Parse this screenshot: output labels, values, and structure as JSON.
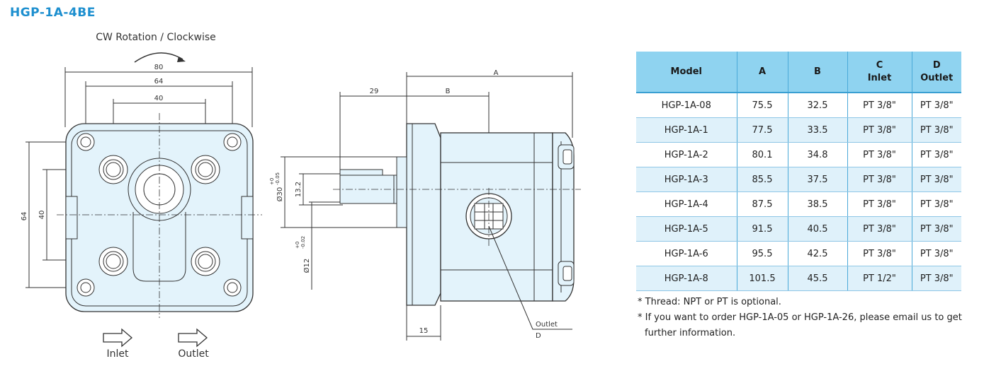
{
  "title": "HGP-1A-4BE",
  "front_view": {
    "rotation_label": "CW Rotation / Clockwise",
    "dims": {
      "w80": "80",
      "w64": "64",
      "w40": "40",
      "h64": "64",
      "h40": "40"
    },
    "inlet_label": "Inlet",
    "outlet_label": "Outlet"
  },
  "side_view": {
    "dims": {
      "a": "A",
      "b": "B",
      "d29": "29",
      "d15": "15",
      "d13_2": "13.2",
      "dia30": "Ø30",
      "dia30_tol_upper": "+0",
      "dia30_tol_lower": "-0.05",
      "dia12": "Ø12",
      "dia12_tol_upper": "+0",
      "dia12_tol_lower": "-0.02"
    },
    "outlet_label": "Outlet",
    "outlet_letter": "D"
  },
  "table": {
    "headers": [
      {
        "line1": "Model",
        "line2": ""
      },
      {
        "line1": "A",
        "line2": ""
      },
      {
        "line1": "B",
        "line2": ""
      },
      {
        "line1": "C",
        "line2": "Inlet"
      },
      {
        "line1": "D",
        "line2": "Outlet"
      }
    ],
    "rows": [
      [
        "HGP-1A-08",
        "75.5",
        "32.5",
        "PT 3/8\"",
        "PT 3/8\""
      ],
      [
        "HGP-1A-1",
        "77.5",
        "33.5",
        "PT 3/8\"",
        "PT 3/8\""
      ],
      [
        "HGP-1A-2",
        "80.1",
        "34.8",
        "PT 3/8\"",
        "PT 3/8\""
      ],
      [
        "HGP-1A-3",
        "85.5",
        "37.5",
        "PT 3/8\"",
        "PT 3/8\""
      ],
      [
        "HGP-1A-4",
        "87.5",
        "38.5",
        "PT 3/8\"",
        "PT 3/8\""
      ],
      [
        "HGP-1A-5",
        "91.5",
        "40.5",
        "PT 3/8\"",
        "PT 3/8\""
      ],
      [
        "HGP-1A-6",
        "95.5",
        "42.5",
        "PT 3/8\"",
        "PT 3/8\""
      ],
      [
        "HGP-1A-8",
        "101.5",
        "45.5",
        "PT 1/2\"",
        "PT 3/8\""
      ]
    ]
  },
  "notes": [
    "* Thread: NPT or PT is optional.",
    "* If you want to order HGP-1A-05 or HGP-1A-26, please email us to get further information."
  ]
}
